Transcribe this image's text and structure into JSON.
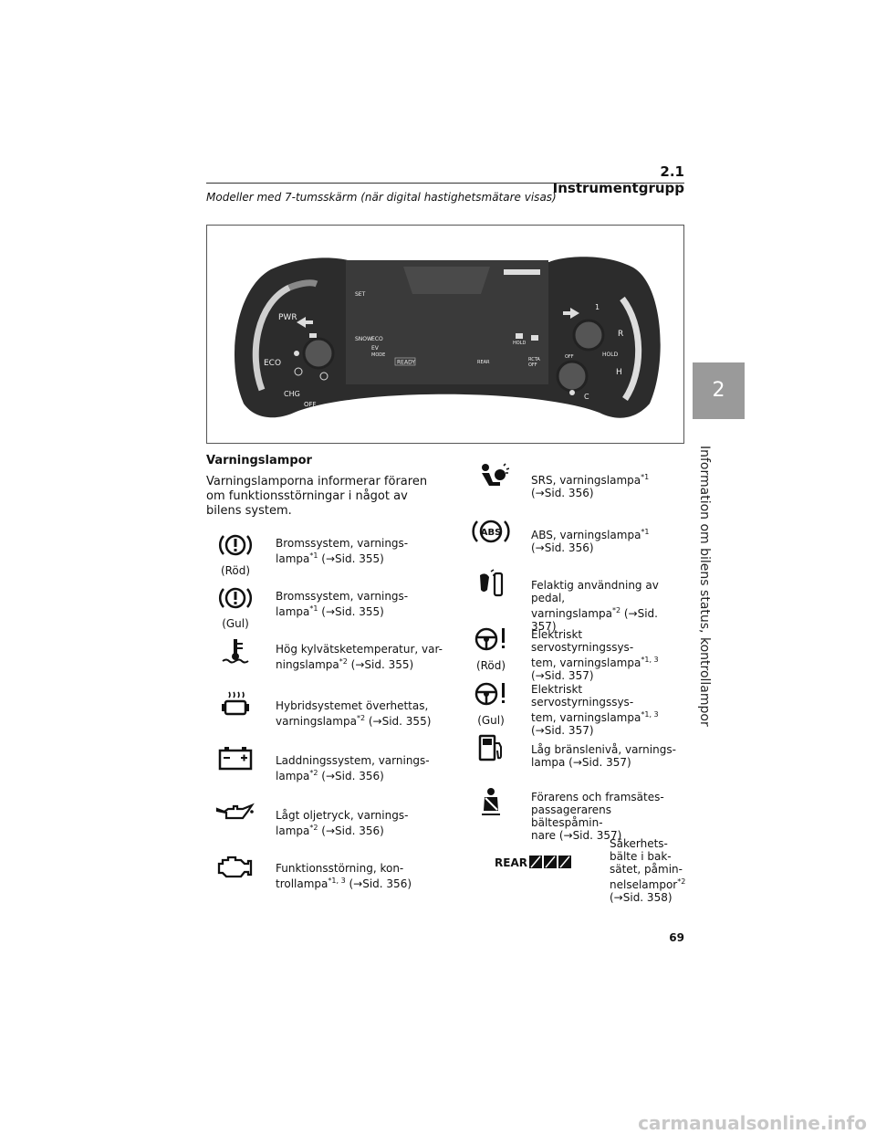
{
  "header": {
    "section": "2.1 Instrumentgrupp"
  },
  "caption": "Modeller med 7-tumsskärm (när digital hastighetsmätare visas)",
  "side_tab": {
    "number": "2",
    "chapter": "Information om bilens status, kontrollampor"
  },
  "figure": {
    "labels": {
      "pwr": "PWR",
      "eco": "ECO",
      "chg": "CHG",
      "off_left": "OFF",
      "set": "SET",
      "snow": "SNOW",
      "eco_small": "ECO",
      "ev": "EV",
      "mode": "MODE",
      "ready": "READY",
      "rear": "REAR",
      "hold_small": "HOLD",
      "rcta": "RCTA",
      "off_rcta": "OFF",
      "one": "1",
      "r": "R",
      "h": "H",
      "c": "C",
      "hold": "HOLD",
      "off_right": "OFF"
    }
  },
  "section_title": "Varningslampor",
  "intro": "Varningslamporna informerar föraren om funktionsstörningar i något av bilens system.",
  "left_items": [
    {
      "icon": "brake-warning-icon",
      "caption": "(Röd)",
      "text": "Bromssystem, varnings-",
      "text2": "lampa",
      "sup": "*1",
      "ref": " (→Sid. 355)"
    },
    {
      "icon": "brake-warning-icon",
      "caption": "(Gul)",
      "text": "Bromssystem, varnings-",
      "text2": "lampa",
      "sup": "*1",
      "ref": " (→Sid. 355)"
    },
    {
      "icon": "coolant-temperature-icon",
      "caption": "",
      "text": "Hög kylvätsketemperatur, var-",
      "text2": "ningslampa",
      "sup": "*2",
      "ref": " (→Sid. 355)"
    },
    {
      "icon": "hybrid-overheat-icon",
      "caption": "",
      "text": "Hybridsystemet överhettas,",
      "text2": "varningslampa",
      "sup": "*2",
      "ref": " (→Sid. 355)"
    },
    {
      "icon": "battery-icon",
      "caption": "",
      "text": "Laddningssystem, varnings-",
      "text2": "lampa",
      "sup": "*2",
      "ref": " (→Sid. 356)"
    },
    {
      "icon": "oil-pressure-icon",
      "caption": "",
      "text": "Lågt oljetryck, varnings-",
      "text2": "lampa",
      "sup": "*2",
      "ref": " (→Sid. 356)"
    },
    {
      "icon": "check-engine-icon",
      "caption": "",
      "text": "Funktionsstörning, kon-",
      "text2": "trollampa",
      "sup": "*1, 3",
      "ref": " (→Sid. 356)"
    }
  ],
  "right_items": [
    {
      "icon": "srs-airbag-icon",
      "caption": "",
      "text": "SRS, varningslampa",
      "sup": "*1",
      "line2": "(→Sid. 356)"
    },
    {
      "icon": "abs-icon",
      "caption": "",
      "text": "ABS, varningslampa",
      "sup": "*1",
      "line2": "(→Sid. 356)"
    },
    {
      "icon": "pedal-misuse-icon",
      "caption": "",
      "text": "Felaktig användning av pedal,",
      "text2": "varningslampa",
      "sup": "*2",
      "ref": " (→Sid. 357)"
    },
    {
      "icon": "power-steering-icon",
      "caption": "(Röd)",
      "text": "Elektriskt servostyrningssys-",
      "text2": "tem, varningslampa",
      "sup": "*1, 3",
      "line3": "(→Sid. 357)"
    },
    {
      "icon": "power-steering-icon",
      "caption": "(Gul)",
      "text": "Elektriskt servostyrningssys-",
      "text2": "tem, varningslampa",
      "sup": "*1, 3",
      "line3": "(→Sid. 357)"
    },
    {
      "icon": "fuel-level-icon",
      "caption": "",
      "text": "Låg bränslenivå, varnings-",
      "text2": "lampa (→Sid. 357)"
    },
    {
      "icon": "seatbelt-icon",
      "caption": "",
      "text": "Förarens och framsätes-",
      "text2": "passagerarens bältespåmin-",
      "text3": "nare (→Sid. 357)"
    }
  ],
  "rear_item": {
    "icon_label": "REAR",
    "line1": "Säkerhets-",
    "line2": "bälte i bak-",
    "line3": "sätet, påmin-",
    "line4": "nelselampor",
    "sup": "*2",
    "line5": "(→Sid. 358)"
  },
  "page_number": "69",
  "watermark": "carmanualsonline.info"
}
